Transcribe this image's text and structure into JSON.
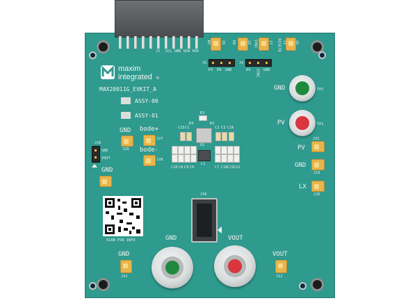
{
  "board": {
    "name": "MAX20011G_EVKIT_A",
    "brand_line1": "maxim",
    "brand_line2": "integrated",
    "brand_tm": "TM",
    "assy0": "ASSY-00",
    "assy1": "ASSY-01",
    "qr_label": "SCAN FOR INFO",
    "colors": {
      "pcb": "#2f9a8e",
      "silk": "#f2f5f2",
      "green_jack": "#1f8a3d",
      "red_jack": "#d9363e"
    }
  },
  "connector_j1": {
    "ref": "J1",
    "labels": "SCL GND SDA VDD"
  },
  "top_headers": [
    {
      "ref": "J8",
      "label": "W3"
    },
    {
      "ref": "J2",
      "label": "EN"
    },
    {
      "ref": "J7",
      "label": "SYNC"
    },
    {
      "ref": "J3",
      "label": "RESETB"
    },
    {
      "ref": "J6",
      "label": ""
    }
  ],
  "header_j5": {
    "ref": "J5",
    "pins": [
      "PV",
      "EN",
      "GND"
    ]
  },
  "header_j4": {
    "ref": "J4",
    "pins": [
      "AV",
      "SYNC",
      "GND"
    ]
  },
  "testpoints": [
    {
      "label": "GND",
      "ref": "TP2"
    },
    {
      "label": "PV",
      "ref": "TP1"
    }
  ],
  "right_pads": [
    {
      "label": "PV",
      "ref": "J32"
    },
    {
      "label": "GND",
      "ref": "J13"
    },
    {
      "label": "LX",
      "ref": "J26"
    }
  ],
  "left_pads": [
    {
      "label": "GND",
      "ref": "J29"
    },
    {
      "label": "bode+",
      "ref": "J27"
    },
    {
      "label": "bode-",
      "ref": "J28"
    },
    {
      "label": "GND",
      "ref": ""
    }
  ],
  "j10": {
    "ref": "J10",
    "pins": [
      "GND",
      "VOUT"
    ]
  },
  "center_parts": {
    "r3": "R3",
    "r4": "R4",
    "r2": "R2",
    "u1": "U1",
    "l1": "L1",
    "caps_top": [
      "C15",
      "C1",
      "C2",
      "C3",
      "C16"
    ],
    "caps_bot_left": [
      "C20",
      "C8",
      "C9",
      "C6"
    ],
    "caps_bot_right": [
      "C7",
      "C10",
      "C21",
      "C22"
    ]
  },
  "j30": {
    "ref": "J30"
  },
  "bottom_jacks": [
    {
      "label": "GND"
    },
    {
      "label": "VOUT"
    }
  ],
  "bottom_pads": [
    {
      "label": "GND",
      "ref": "J31"
    },
    {
      "label": "VOUT",
      "ref": "J12"
    }
  ]
}
